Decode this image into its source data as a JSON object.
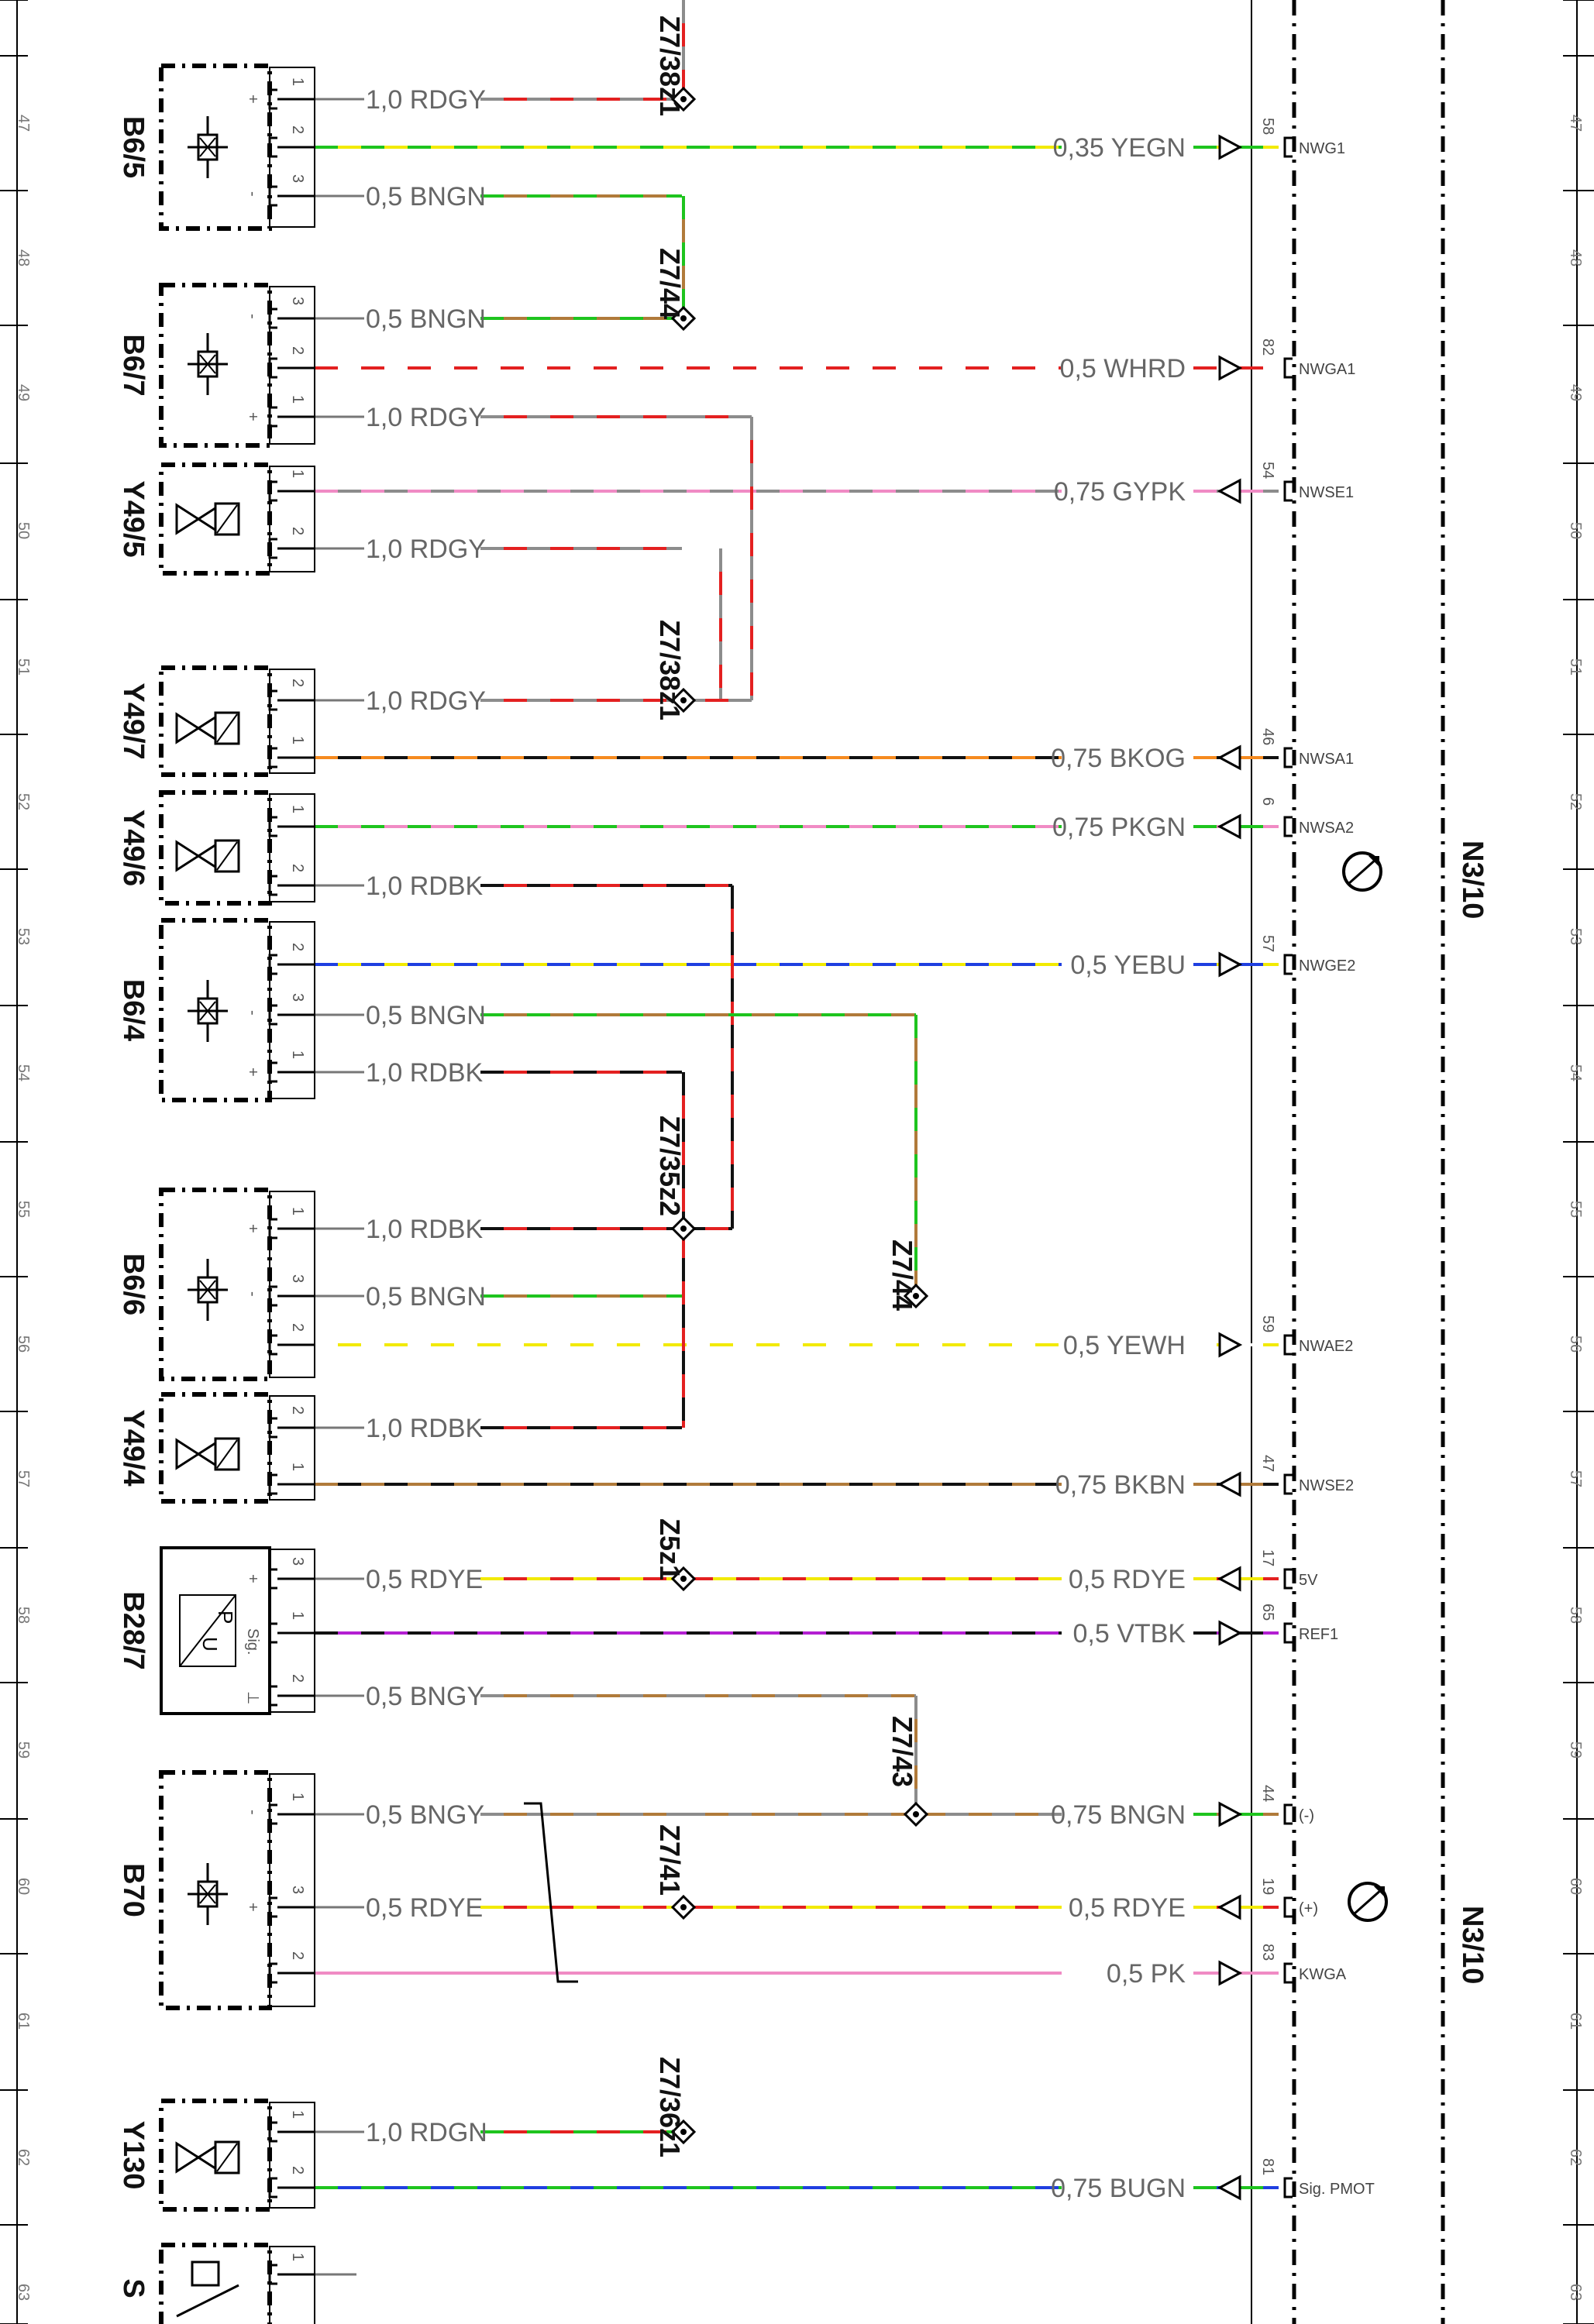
{
  "grid_numbers": [
    "47",
    "48",
    "49",
    "50",
    "51",
    "52",
    "53",
    "54",
    "55",
    "56",
    "57",
    "58",
    "59",
    "60",
    "61",
    "62",
    "63"
  ],
  "connector_label": "N3/10",
  "components": [
    {
      "id": "B6/5",
      "type": "sensor"
    },
    {
      "id": "B6/7",
      "type": "sensor"
    },
    {
      "id": "Y49/5",
      "type": "valve"
    },
    {
      "id": "Y49/7",
      "type": "valve"
    },
    {
      "id": "Y49/6",
      "type": "valve"
    },
    {
      "id": "B6/4",
      "type": "sensor"
    },
    {
      "id": "B6/6",
      "type": "sensor"
    },
    {
      "id": "Y49/4",
      "type": "valve"
    },
    {
      "id": "B28/7",
      "type": "pressure-sensor"
    },
    {
      "id": "B70",
      "type": "sensor"
    },
    {
      "id": "Y130",
      "type": "valve"
    },
    {
      "id": "S",
      "type": "switch"
    }
  ],
  "splices": [
    "Z7/38z1",
    "Z7/44",
    "Z7/38z1",
    "Z7/35z2",
    "Z7/44",
    "Z5z1",
    "Z7/43",
    "Z7/41",
    "Z7/36z1"
  ],
  "wires": [
    {
      "comp_pin": "1",
      "sign": "+",
      "left_label": "1,0 RDGY"
    },
    {
      "comp_pin": "2",
      "sign": "",
      "left_label": "",
      "right_label": "0,35 YEGN",
      "pin": "58",
      "signal": "NWG1"
    },
    {
      "comp_pin": "3",
      "sign": "-",
      "left_label": "0,5 BNGN"
    },
    {
      "comp_pin": "3",
      "sign": "-",
      "left_label": "0,5 BNGN"
    },
    {
      "comp_pin": "2",
      "sign": "",
      "left_label": "",
      "right_label": "0,5 WHRD",
      "pin": "82",
      "signal": "NWGA1"
    },
    {
      "comp_pin": "1",
      "sign": "+",
      "left_label": "1,0 RDGY"
    },
    {
      "comp_pin": "1",
      "sign": "",
      "left_label": "",
      "right_label": "0,75 GYPK",
      "pin": "54",
      "signal": "NWSE1"
    },
    {
      "comp_pin": "2",
      "sign": "",
      "left_label": "1,0 RDGY"
    },
    {
      "comp_pin": "2",
      "sign": "",
      "left_label": "1,0 RDGY"
    },
    {
      "comp_pin": "1",
      "sign": "",
      "left_label": "",
      "right_label": "0,75 BKOG",
      "pin": "46",
      "signal": "NWSA1"
    },
    {
      "comp_pin": "1",
      "sign": "",
      "left_label": "",
      "right_label": "0,75 PKGN",
      "pin": "6",
      "signal": "NWSA2"
    },
    {
      "comp_pin": "2",
      "sign": "",
      "left_label": "1,0 RDBK"
    },
    {
      "comp_pin": "2",
      "sign": "",
      "left_label": "",
      "right_label": "0,5 YEBU",
      "pin": "57",
      "signal": "NWGE2"
    },
    {
      "comp_pin": "3",
      "sign": "-",
      "left_label": "0,5 BNGN"
    },
    {
      "comp_pin": "1",
      "sign": "+",
      "left_label": "1,0 RDBK"
    },
    {
      "comp_pin": "1",
      "sign": "+",
      "left_label": "1,0 RDBK"
    },
    {
      "comp_pin": "3",
      "sign": "-",
      "left_label": "0,5 BNGN"
    },
    {
      "comp_pin": "2",
      "sign": "",
      "left_label": "",
      "right_label": "0,5 YEWH",
      "pin": "59",
      "signal": "NWAE2"
    },
    {
      "comp_pin": "2",
      "sign": "",
      "left_label": "1,0 RDBK"
    },
    {
      "comp_pin": "1",
      "sign": "",
      "left_label": "",
      "right_label": "0,75 BKBN",
      "pin": "47",
      "signal": "NWSE2"
    },
    {
      "comp_pin": "3",
      "sign": "+",
      "left_label": "0,5 RDYE",
      "right_label": "0,5 RDYE",
      "pin": "17",
      "signal": "5V"
    },
    {
      "comp_pin": "1",
      "sign": "Sig.",
      "left_label": "",
      "right_label": "0,5 VTBK",
      "pin": "65",
      "signal": "REF1"
    },
    {
      "comp_pin": "2",
      "sign": "⊥",
      "left_label": "0,5 BNGY"
    },
    {
      "comp_pin": "1",
      "sign": "-",
      "left_label": "0,5 BNGY",
      "right_label": "0,75 BNGN",
      "pin": "44",
      "signal": "(-)"
    },
    {
      "comp_pin": "3",
      "sign": "+",
      "left_label": "0,5 RDYE",
      "right_label": "0,5 RDYE",
      "pin": "19",
      "signal": "(+)"
    },
    {
      "comp_pin": "2",
      "sign": "",
      "left_label": "",
      "right_label": "0,5 PK",
      "pin": "83",
      "signal": "KWGA"
    },
    {
      "comp_pin": "1",
      "sign": "",
      "left_label": "1,0 RDGN"
    },
    {
      "comp_pin": "2",
      "sign": "",
      "left_label": "",
      "right_label": "0,75 BUGN",
      "pin": "81",
      "signal": "Sig. PMOT"
    },
    {
      "comp_pin": "1",
      "sign": "",
      "left_label": ""
    }
  ],
  "colors": {
    "RD": "#e32020",
    "GY": "#8c8c8c",
    "YE": "#f2ea00",
    "GN": "#1ec41e",
    "BN": "#b07a3a",
    "WH": "#ffffff",
    "PK": "#f08bc4",
    "BK": "#111111",
    "OG": "#f58a1f",
    "BU": "#1f3fe0",
    "VT": "#b31fd1"
  }
}
